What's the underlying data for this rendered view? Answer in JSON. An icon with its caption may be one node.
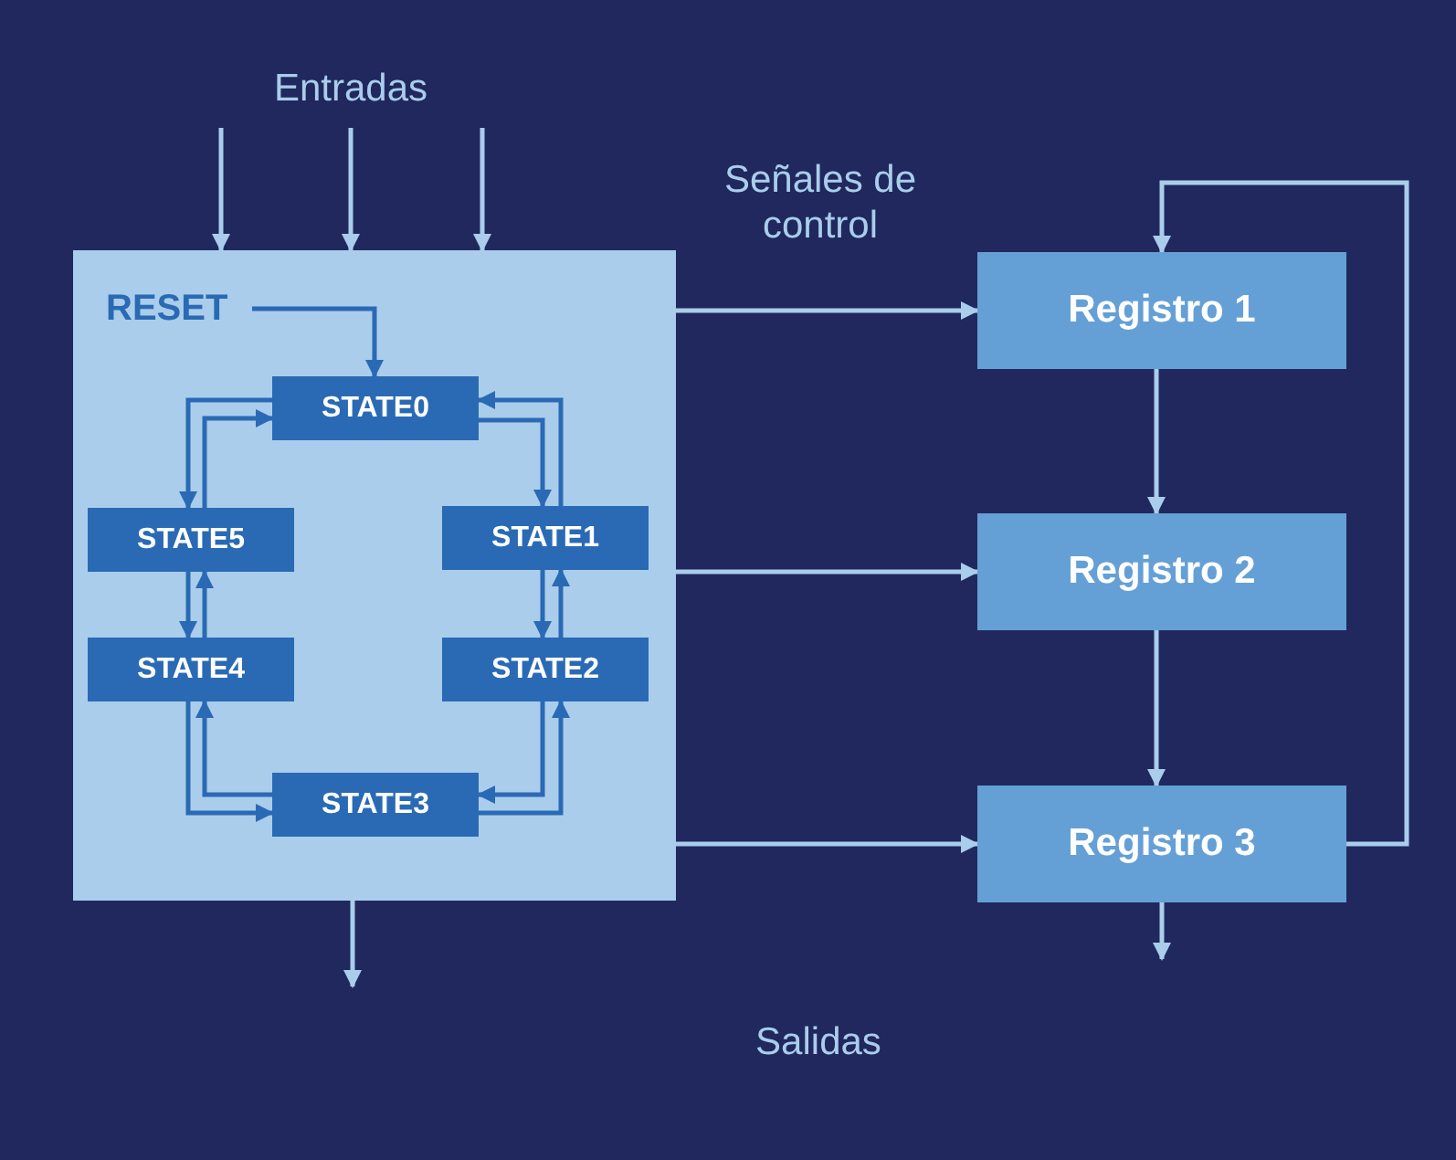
{
  "diagram": {
    "nodes": [
      {
        "text": [],
        "shape": "box"
      },
      {
        "text": [
          "RESET"
        ],
        "in": 0
      },
      {
        "text": [
          "STATE0"
        ],
        "in": 0
      },
      {
        "text": [
          "STATE5"
        ],
        "in": 0
      },
      {
        "text": [
          "STATE1"
        ],
        "in": 0
      },
      {
        "text": [
          "STATE4"
        ],
        "in": 0
      },
      {
        "text": [
          "STATE2"
        ],
        "in": 0
      },
      {
        "text": [
          "STATE3"
        ],
        "in": 0
      },
      {
        "text": [
          "Registro 1"
        ]
      },
      {
        "text": [
          "Registro 2"
        ]
      },
      {
        "text": [
          "Registro 3"
        ]
      }
    ],
    "edges": [
      {
        "from": null,
        "to": 0,
        "arrow": "to",
        "color": "#a9cdeb"
      },
      {
        "from": null,
        "to": 0,
        "arrow": "to",
        "color": "#a9cdeb"
      },
      {
        "from": null,
        "to": 0,
        "arrow": "to",
        "color": "#a9cdeb"
      },
      {
        "from": 1,
        "to": 2,
        "arrow": "to"
      },
      {
        "from": 2,
        "to": 4,
        "arrow": "to"
      },
      {
        "from": 4,
        "to": 2,
        "arrow": "to"
      },
      {
        "from": 4,
        "to": 6,
        "arrow": "to"
      },
      {
        "from": 6,
        "to": 4,
        "arrow": "to"
      },
      {
        "from": 6,
        "to": 7,
        "arrow": "to"
      },
      {
        "from": 7,
        "to": 6,
        "arrow": "to"
      },
      {
        "from": 7,
        "to": 5,
        "arrow": "to"
      },
      {
        "from": 5,
        "to": 7,
        "arrow": "to"
      },
      {
        "from": 5,
        "to": 3,
        "arrow": "to"
      },
      {
        "from": 3,
        "to": 5,
        "arrow": "to"
      },
      {
        "from": 3,
        "to": 2,
        "arrow": "to"
      },
      {
        "from": 2,
        "to": 3,
        "arrow": "to"
      },
      {
        "from": 0,
        "to": 8,
        "arrow": "to",
        "color": "#a9cdeb"
      },
      {
        "from": 0,
        "to": 9,
        "arrow": "to",
        "color": "#a9cdeb"
      },
      {
        "from": 0,
        "to": 10,
        "arrow": "to",
        "color": "#a9cdeb"
      },
      {
        "from": 8,
        "to": 9,
        "arrow": "to",
        "color": "#a9cdeb"
      },
      {
        "from": 9,
        "to": 10,
        "arrow": "to",
        "color": "#a9cdeb"
      },
      {
        "from": 10,
        "to": 8,
        "arrow": "to",
        "color": "#a9cdeb"
      },
      {
        "from": 0,
        "to": null,
        "arrow": "to",
        "color": "#a9cdeb"
      },
      {
        "from": 10,
        "to": null,
        "arrow": "to",
        "color": "#a9cdeb"
      }
    ],
    "labels": [
      "Entradas",
      "Señales de control",
      "Salidas"
    ]
  }
}
